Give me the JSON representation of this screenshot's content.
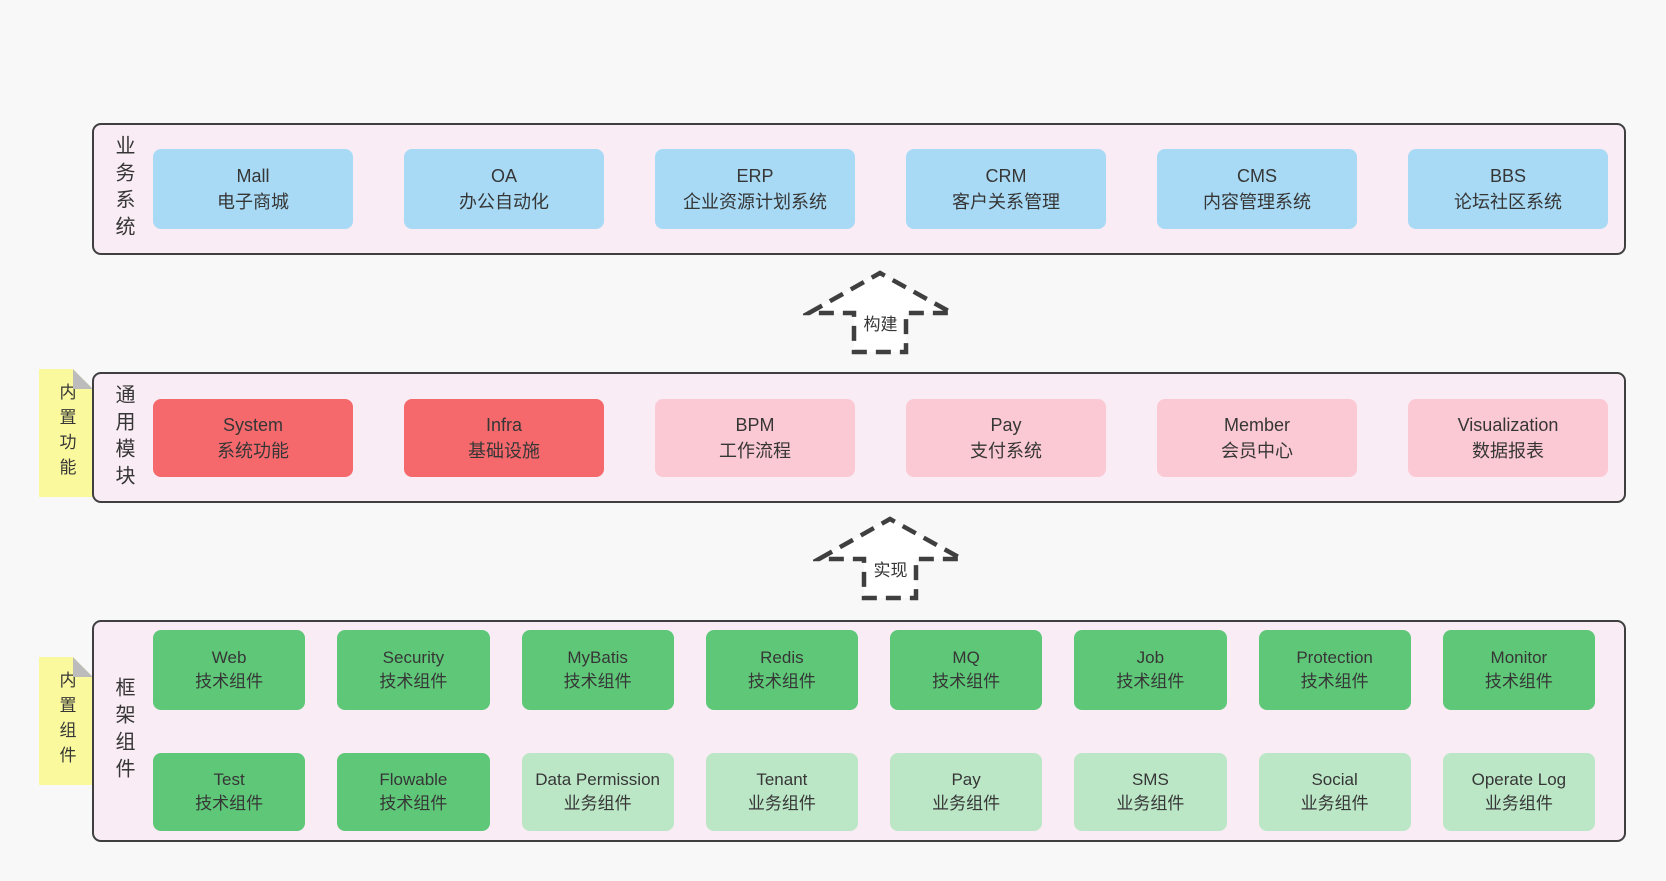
{
  "colors": {
    "page-bg": "#f8f8f8",
    "panel-bg": "#f9ecf4",
    "panel-border": "#3f3f3f",
    "text": "#363636",
    "blue": "#a8daf5",
    "red": "#f5696d",
    "pink": "#fbc9d3",
    "green": "#5ec878",
    "green-light": "#bce7c7",
    "yellow": "#fbf99e",
    "fold": "#bcbcbc",
    "arrow-stroke": "#3f3f3f",
    "arrow-fill": "#ffffff"
  },
  "layers": {
    "business": {
      "label": "业务系统",
      "boxes": [
        {
          "name": "Mall",
          "desc": "电子商城",
          "variant": "blue"
        },
        {
          "name": "OA",
          "desc": "办公自动化",
          "variant": "blue"
        },
        {
          "name": "ERP",
          "desc": "企业资源计划系统",
          "variant": "blue"
        },
        {
          "name": "CRM",
          "desc": "客户关系管理",
          "variant": "blue"
        },
        {
          "name": "CMS",
          "desc": "内容管理系统",
          "variant": "blue"
        },
        {
          "name": "BBS",
          "desc": "论坛社区系统",
          "variant": "blue"
        }
      ]
    },
    "modules": {
      "label": "通用模块",
      "sticky": "内置功能",
      "boxes": [
        {
          "name": "System",
          "desc": "系统功能",
          "variant": "red"
        },
        {
          "name": "Infra",
          "desc": "基础设施",
          "variant": "red"
        },
        {
          "name": "BPM",
          "desc": "工作流程",
          "variant": "pink"
        },
        {
          "name": "Pay",
          "desc": "支付系统",
          "variant": "pink"
        },
        {
          "name": "Member",
          "desc": "会员中心",
          "variant": "pink"
        },
        {
          "name": "Visualization",
          "desc": "数据报表",
          "variant": "pink"
        }
      ]
    },
    "components": {
      "label": "框架组件",
      "sticky": "内置组件",
      "row1": [
        {
          "name": "Web",
          "desc": "技术组件",
          "variant": "green"
        },
        {
          "name": "Security",
          "desc": "技术组件",
          "variant": "green"
        },
        {
          "name": "MyBatis",
          "desc": "技术组件",
          "variant": "green"
        },
        {
          "name": "Redis",
          "desc": "技术组件",
          "variant": "green"
        },
        {
          "name": "MQ",
          "desc": "技术组件",
          "variant": "green"
        },
        {
          "name": "Job",
          "desc": "技术组件",
          "variant": "green"
        },
        {
          "name": "Protection",
          "desc": "技术组件",
          "variant": "green"
        },
        {
          "name": "Monitor",
          "desc": "技术组件",
          "variant": "green"
        }
      ],
      "row2": [
        {
          "name": "Test",
          "desc": "技术组件",
          "variant": "green"
        },
        {
          "name": "Flowable",
          "desc": "技术组件",
          "variant": "green"
        },
        {
          "name": "Data Permission",
          "desc": "业务组件",
          "variant": "green-light"
        },
        {
          "name": "Tenant",
          "desc": "业务组件",
          "variant": "green-light"
        },
        {
          "name": "Pay",
          "desc": "业务组件",
          "variant": "green-light"
        },
        {
          "name": "SMS",
          "desc": "业务组件",
          "variant": "green-light"
        },
        {
          "name": "Social",
          "desc": "业务组件",
          "variant": "green-light"
        },
        {
          "name": "Operate Log",
          "desc": "业务组件",
          "variant": "green-light"
        }
      ]
    }
  },
  "arrows": {
    "build": {
      "label": "构建"
    },
    "implement": {
      "label": "实现"
    }
  }
}
